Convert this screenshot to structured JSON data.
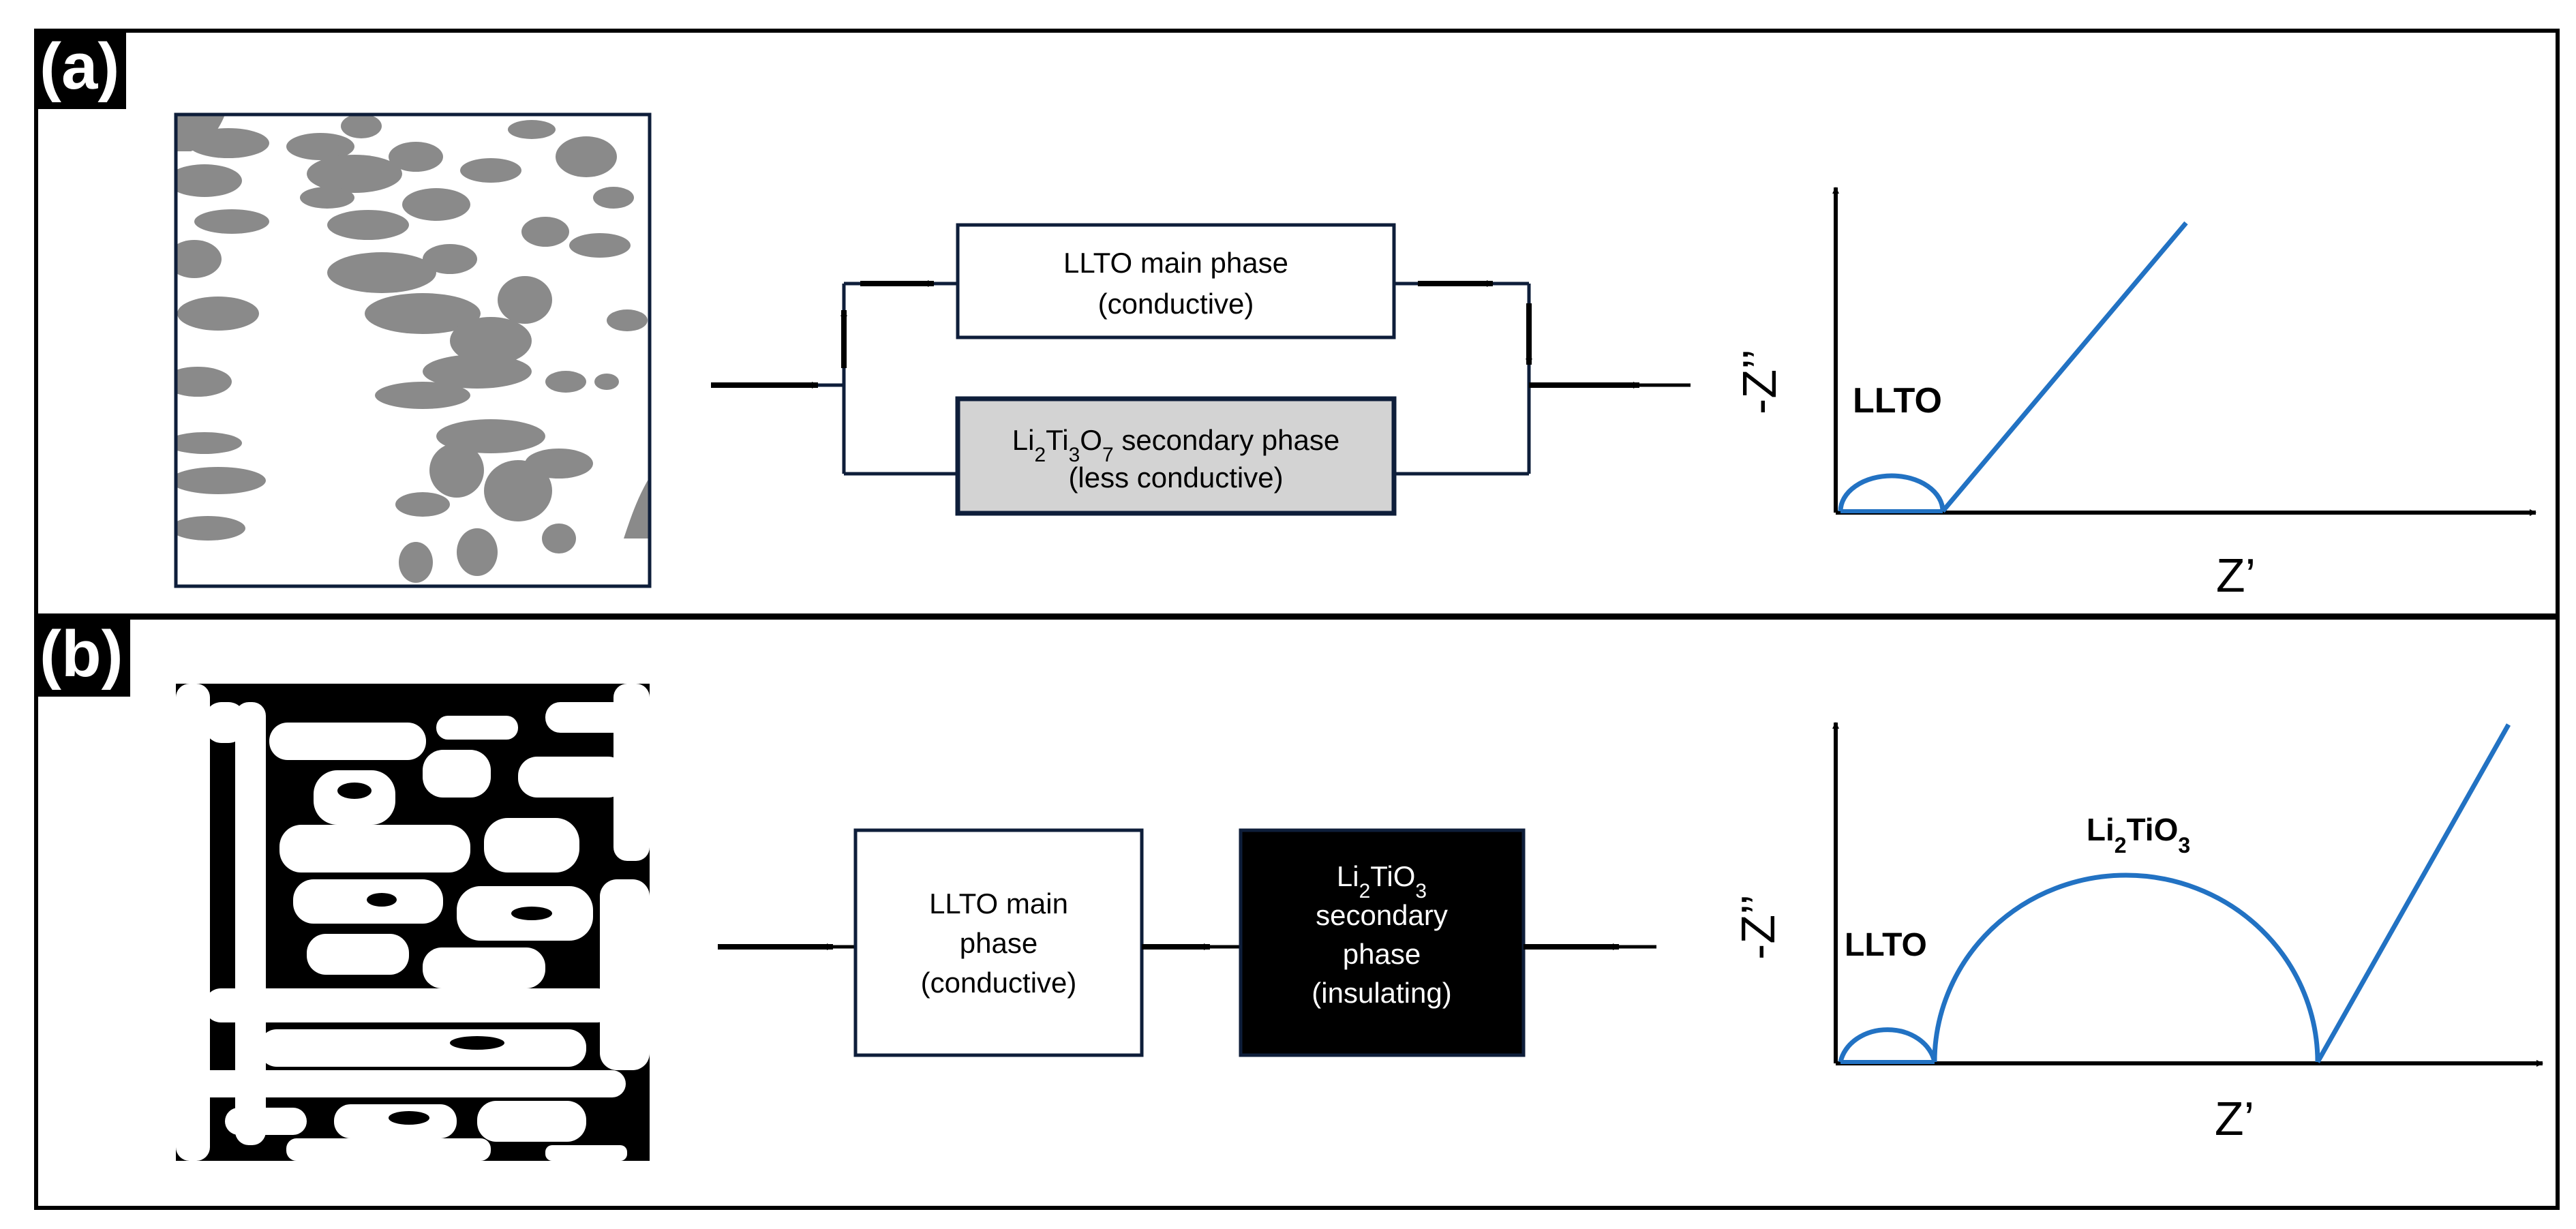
{
  "panel_a": {
    "label": "(a)",
    "box_top": {
      "line1": "LLTO main phase",
      "line2": "(conductive)"
    },
    "box_bottom": {
      "formula": {
        "p1": "Li",
        "s1": "2",
        "p2": "Ti",
        "s2": "3",
        "p3": "O",
        "s3": "7"
      },
      "line1_rest": " secondary phase",
      "line2": "(less conductive)"
    },
    "plot": {
      "ylabel": "-Z’’",
      "xlabel": "Z’",
      "arc_label": "LLTO"
    }
  },
  "panel_b": {
    "label": "(b)",
    "box_left": {
      "line1": "LLTO main",
      "line2": "phase",
      "line3": "(conductive)"
    },
    "box_right": {
      "formula": {
        "p1": "Li",
        "s1": "2",
        "p2": "TiO",
        "s2": "3"
      },
      "line2": "secondary",
      "line3": "phase",
      "line4": "(insulating)"
    },
    "plot": {
      "ylabel": "-Z’’",
      "xlabel": "Z’",
      "arc1_label": "LLTO",
      "arc2_label": {
        "p1": "Li",
        "s1": "2",
        "p2": "TiO",
        "s2": "3"
      }
    }
  },
  "colors": {
    "curve": "#2272c3",
    "box_border": "#0e1e3a",
    "secondary_fill": "#d3d3d3",
    "micro_gray": "#8a8a8a"
  }
}
